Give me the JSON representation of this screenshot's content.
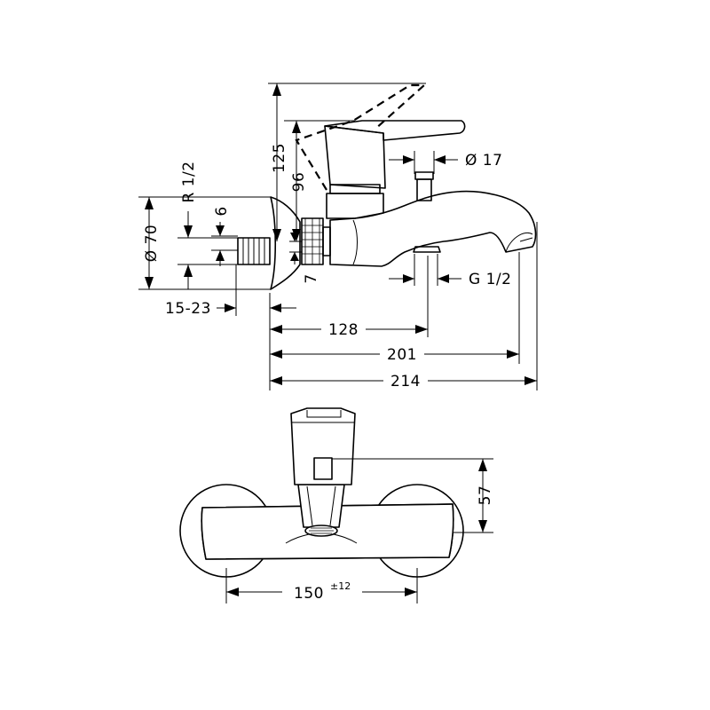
{
  "labels": {
    "d70": "Ø 70",
    "r12": "R 1/2",
    "six": "6",
    "seven": "7",
    "range15_23": "15-23",
    "h125": "125",
    "h96": "96",
    "d17": "Ø 17",
    "g12": "G 1/2",
    "l128": "128",
    "l201": "201",
    "l214": "214",
    "h57": "57",
    "w150": "150",
    "w150_tol": "±12"
  }
}
